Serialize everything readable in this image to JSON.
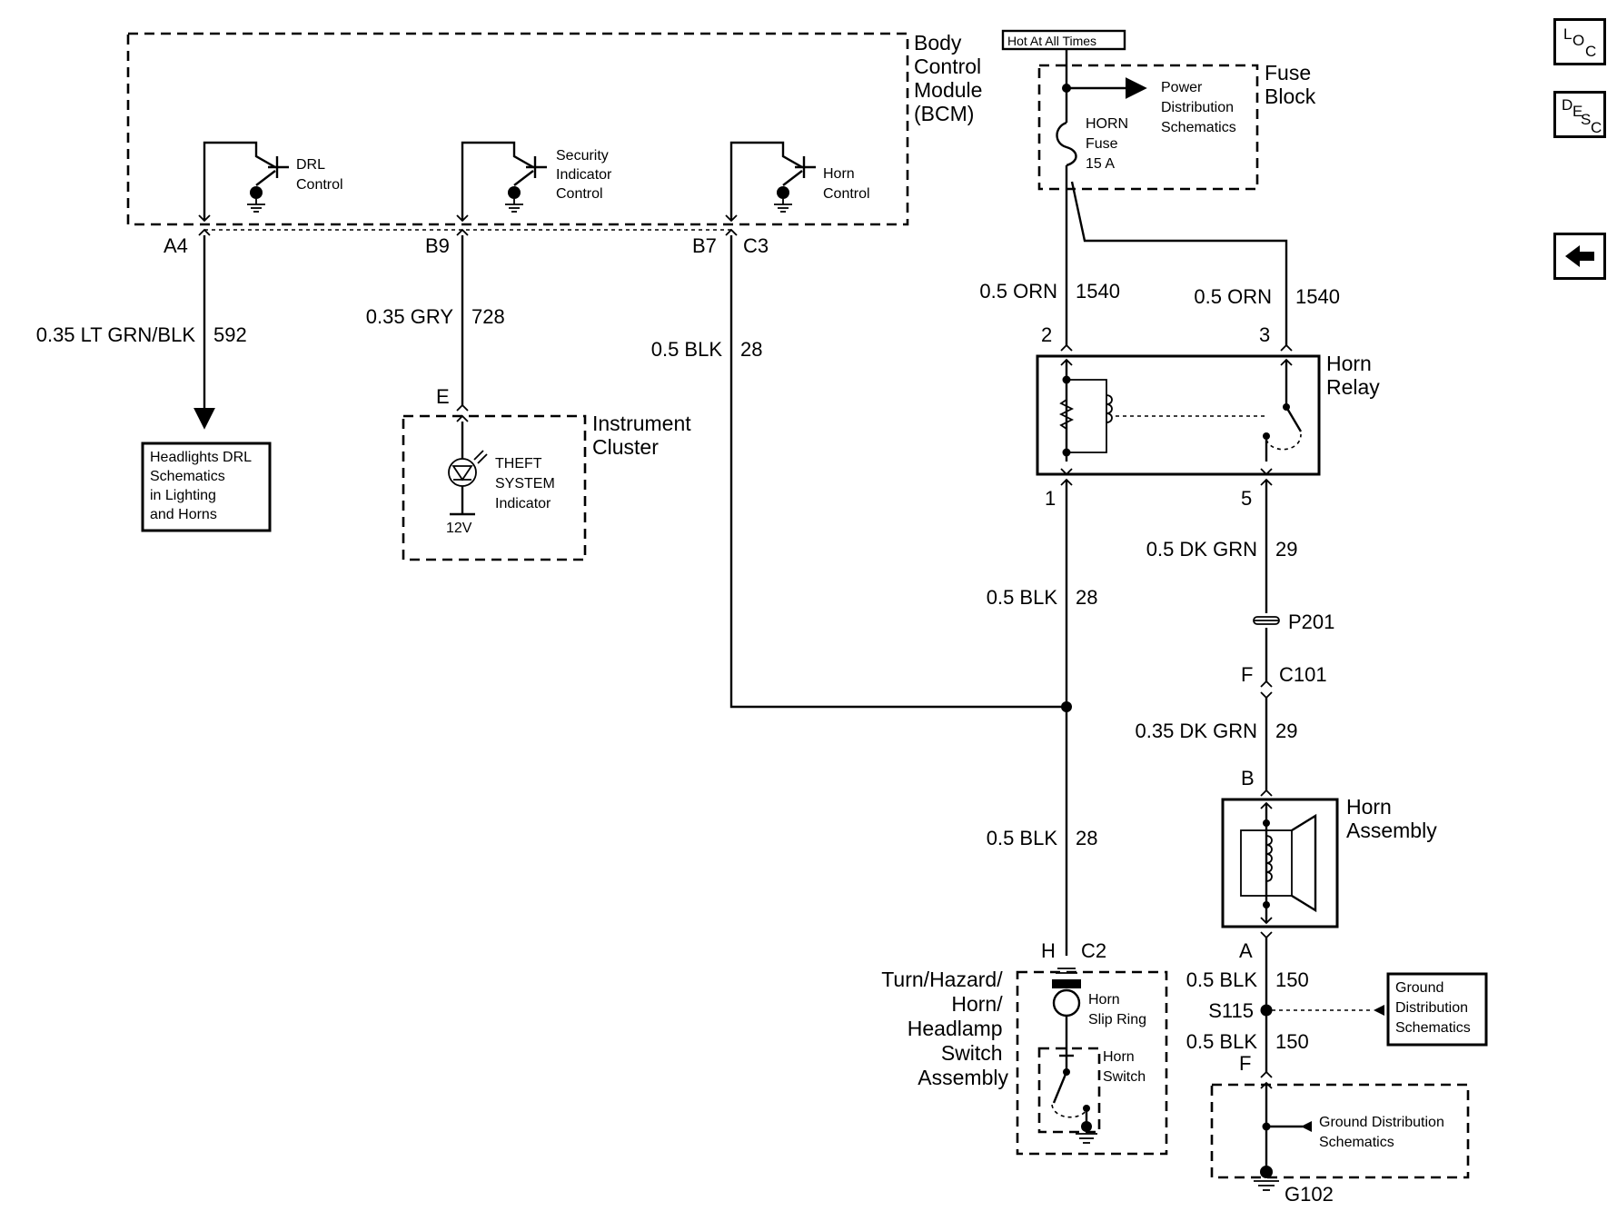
{
  "nav": {
    "loc": [
      "L",
      "O",
      "C"
    ],
    "desc": [
      "D",
      "E",
      "S",
      "C"
    ],
    "back_icon": "left-arrow-icon"
  },
  "bcm": {
    "title": [
      "Body",
      "Control",
      "Module",
      "(BCM)"
    ],
    "drl": [
      "DRL",
      "Control"
    ],
    "security": [
      "Security",
      "Indicator",
      "Control"
    ],
    "horn": [
      "Horn",
      "Control"
    ]
  },
  "pins": {
    "a4": "A4",
    "b9": "B9",
    "b7": "B7",
    "c3": "C3",
    "e": "E",
    "r2": "2",
    "r3": "3",
    "r1": "1",
    "r5": "5",
    "f": "F",
    "b": "B",
    "a": "A",
    "h": "H",
    "c2": "C2",
    "f2": "F"
  },
  "wires": {
    "drl_color": "0.35 LT GRN/BLK",
    "drl_num": "592",
    "sec_color": "0.35 GRY",
    "sec_num": "728",
    "horn_color": "0.5 BLK",
    "horn_num": "28",
    "fuse_l_color": "0.5 ORN",
    "fuse_l_num": "1540",
    "fuse_r_color": "0.5 ORN",
    "fuse_r_num": "1540",
    "r1_color": "0.5 BLK",
    "r1_num": "28",
    "r5_color": "0.5 DK GRN",
    "r5_num": "29",
    "c101_color": "0.35 DK GRN",
    "c101_num": "29",
    "sw_color": "0.5 BLK",
    "sw_num": "28",
    "hornA_color": "0.5 BLK",
    "hornA_num": "150",
    "s115_color": "0.5 BLK",
    "s115_num": "150"
  },
  "refs": {
    "headlights": [
      "Headlights DRL",
      "Schematics",
      "in Lighting",
      "and Horns"
    ],
    "power": [
      "Power",
      "Distribution",
      "Schematics"
    ],
    "ground1": [
      "Ground",
      "Distribution",
      "Schematics"
    ],
    "ground2": [
      "Ground Distribution",
      "Schematics"
    ]
  },
  "components": {
    "hot": "Hot At All Times",
    "fuse_block": [
      "Fuse",
      "Block"
    ],
    "horn_fuse": [
      "HORN",
      "Fuse",
      "15 A"
    ],
    "instrument": [
      "Instrument",
      "Cluster"
    ],
    "theft": [
      "THEFT",
      "SYSTEM",
      "Indicator"
    ],
    "volt": "12V",
    "relay": [
      "Horn",
      "Relay"
    ],
    "p201": "P201",
    "c101": "C101",
    "horn_assembly": [
      "Horn",
      "Assembly"
    ],
    "switch_assembly": [
      "Turn/Hazard/",
      "Horn/",
      "Headlamp",
      "Switch",
      "Assembly"
    ],
    "slip_ring": [
      "Horn",
      "Slip Ring"
    ],
    "horn_switch": [
      "Horn",
      "Switch"
    ],
    "s115": "S115",
    "g102": "G102"
  }
}
